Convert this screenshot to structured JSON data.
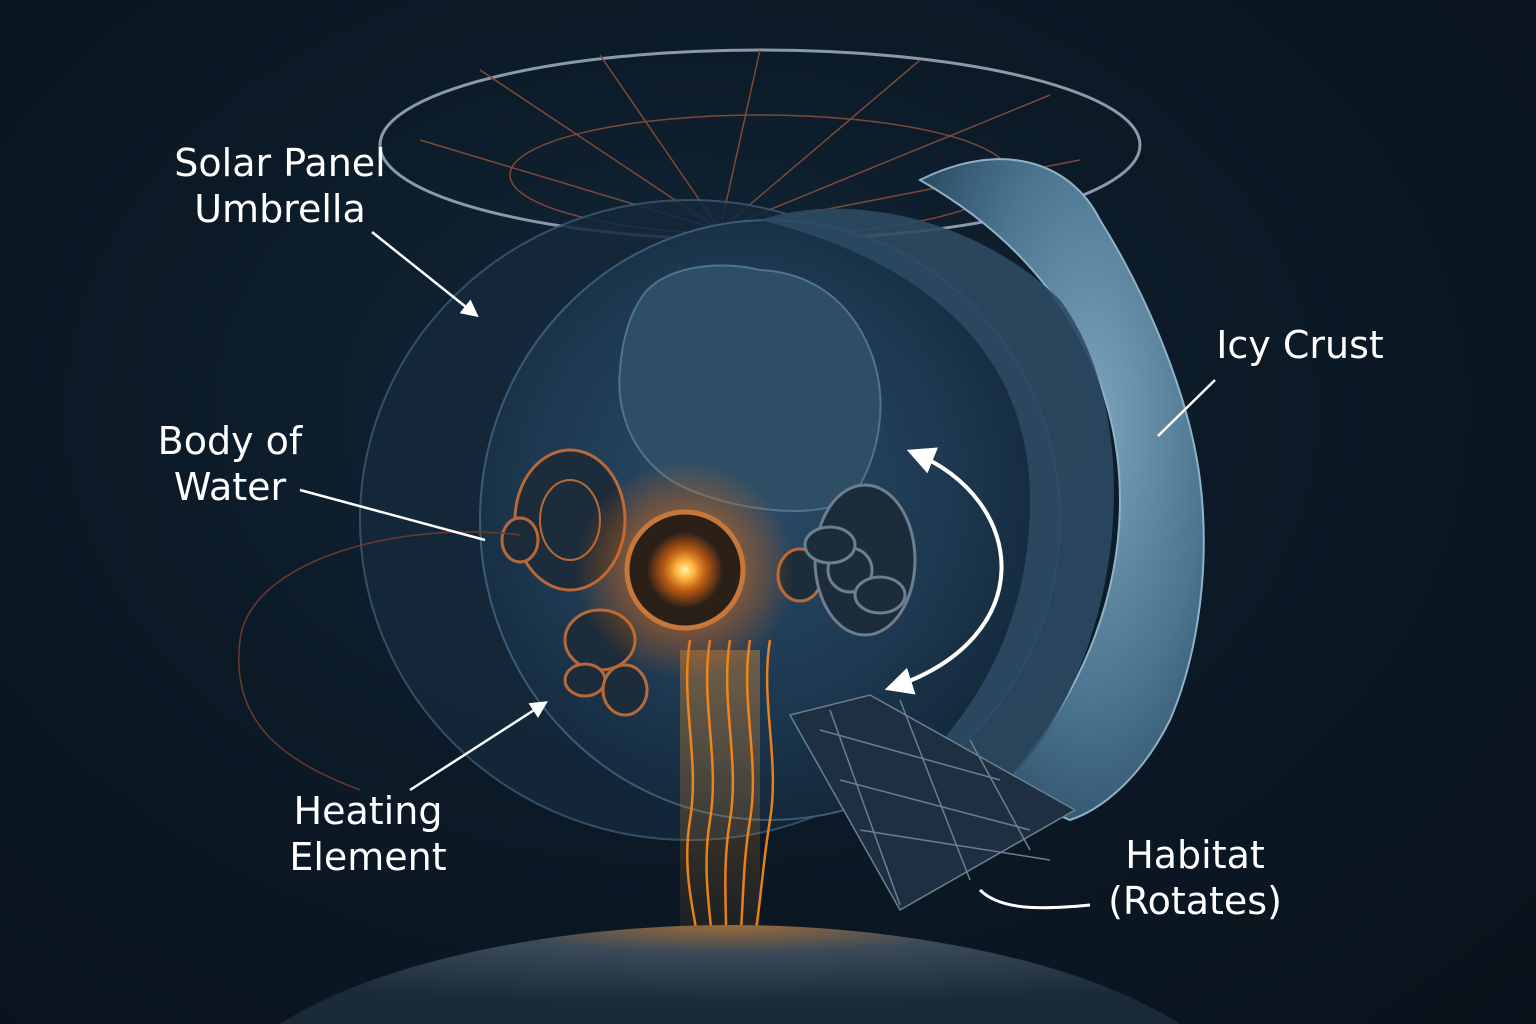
{
  "labels": {
    "solar_panel": [
      "Solar Panel",
      "Umbrella"
    ],
    "body_of_water": [
      "Body of",
      "Water"
    ],
    "heating_element": [
      "Heating",
      "Element"
    ],
    "icy_crust": "Icy Crust",
    "habitat": [
      "Habitat",
      "(Rotates)"
    ]
  },
  "colors": {
    "background": "#0c1722",
    "sphere": "#1e3a52",
    "crust": "#4d7690",
    "glow": "#ff8a1a",
    "copper": "#b8693a",
    "arrow": "#ffffff"
  }
}
